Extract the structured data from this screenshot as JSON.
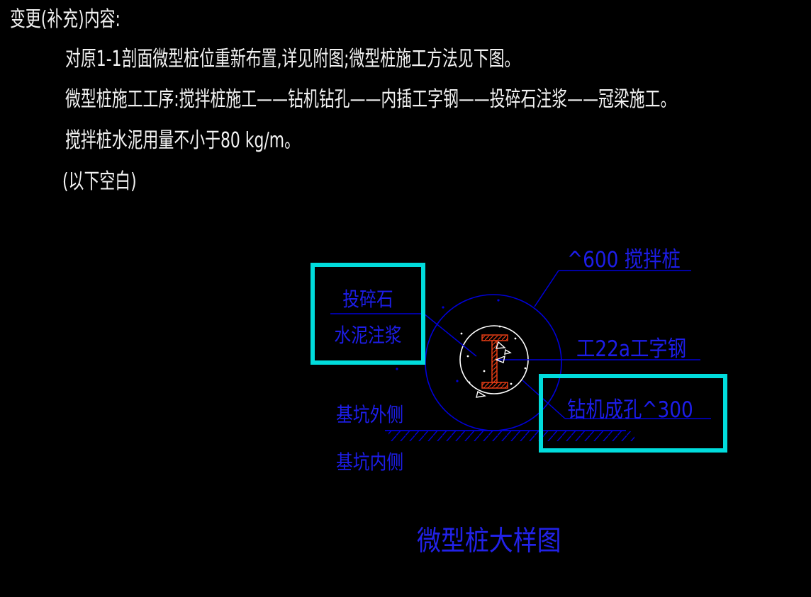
{
  "notes": {
    "heading": "变更(补充)内容:",
    "lines": [
      "对原1-1剖面微型桩位重新布置,详见附图;微型桩施工方法见下图。",
      "微型桩施工工序:搅拌桩施工——钻机钻孔——内插工字钢——投碎石注浆——冠梁施工。",
      "搅拌桩水泥用量不小于80 kg/m。",
      "(以下空白)"
    ]
  },
  "diagram": {
    "callouts": {
      "mixing_pile": "^600 搅拌桩",
      "crushed_stone": "投碎石",
      "cement_grout": "水泥注浆",
      "i_beam": "工22a工字钢",
      "drilled_hole": "钻机成孔^300",
      "pit_outside": "基坑外侧",
      "pit_inside": "基坑内侧"
    },
    "title": "微型桩大样图",
    "colors": {
      "background": "#000000",
      "note_text": "#f2f2f2",
      "leader_blue": "#0000d8",
      "label_blue": "#1d1de8",
      "highlight_cyan": "#00dcdc",
      "beam_red": "#e63c14",
      "hole_white": "#ffffff",
      "title_blue": "#2222e8"
    }
  }
}
